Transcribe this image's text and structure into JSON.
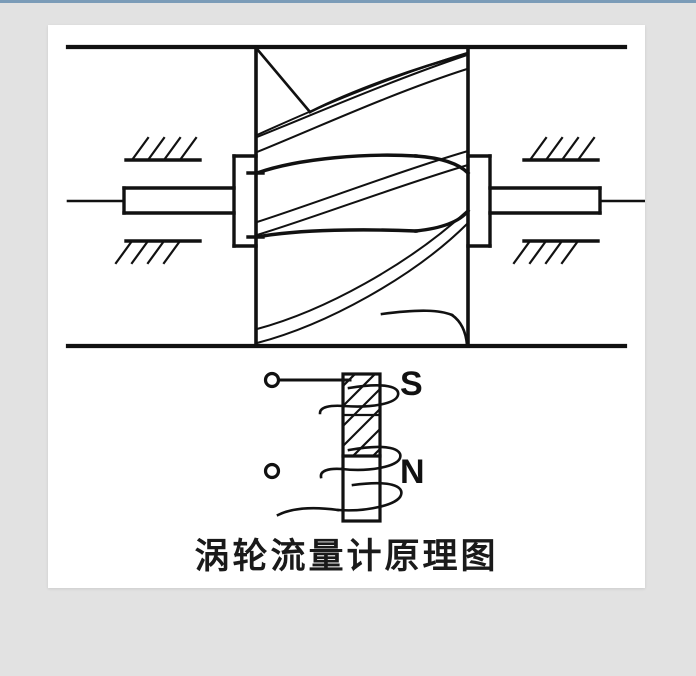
{
  "page": {
    "background_color": "#e2e2e2",
    "top_rule_color": "#7b9cb8"
  },
  "figure": {
    "card_background": "#ffffff",
    "caption": "涡轮流量计原理图",
    "line_color": "#111111",
    "labels": {
      "south_pole": "S",
      "north_pole": "N"
    },
    "parts": [
      "pipe-wall-top",
      "pipe-wall-bottom",
      "rotor-housing",
      "turbine-blades",
      "rotor-hub",
      "left-shaft",
      "right-shaft",
      "left-bearing-support",
      "right-bearing-support",
      "magnetic-pickup-coil",
      "permanent-magnet",
      "signal-terminals"
    ]
  }
}
